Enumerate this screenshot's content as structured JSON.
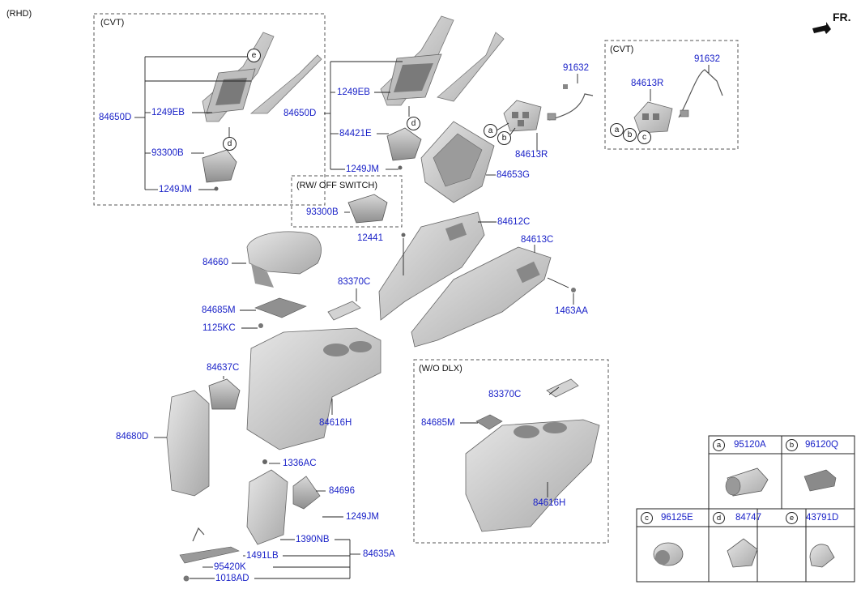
{
  "header": {
    "variant": "(RHD)",
    "direction": "FR."
  },
  "boxes": {
    "cvt_left": "(CVT)",
    "cvt_right": "(CVT)",
    "rw_off": "(RW/ OFF SWITCH)",
    "wo_dlx": "(W/O DLX)"
  },
  "labels": {
    "l84650D_a": "84650D",
    "l1249EB_a": "1249EB",
    "l93300B_a": "93300B",
    "l1249JM_a": "1249JM",
    "l84650D_b": "84650D",
    "l1249EB_b": "1249EB",
    "l84421E": "84421E",
    "l1249JM_b": "1249JM",
    "l93300B_b": "93300B",
    "l91632_a": "91632",
    "l84613R_a": "84613R",
    "l84653G": "84653G",
    "l91632_b": "91632",
    "l84613R_b": "84613R",
    "l84612C": "84612C",
    "l12441": "12441",
    "l84613C": "84613C",
    "l84660": "84660",
    "l83370C_a": "83370C",
    "l1463AA": "1463AA",
    "l84685M_a": "84685M",
    "l1125KC": "1125KC",
    "l84637C": "84637C",
    "l84616H_a": "84616H",
    "l84680D": "84680D",
    "l83370C_b": "83370C",
    "l84685M_b": "84685M",
    "l84616H_b": "84616H",
    "l1336AC": "1336AC",
    "l84696": "84696",
    "l1249JM_c": "1249JM",
    "l1390NB": "1390NB",
    "l84635A": "84635A",
    "l1491LB": "1491LB",
    "l95420K": "95420K",
    "l1018AD": "1018AD"
  },
  "callouts": {
    "e1": "e",
    "d1": "d",
    "d2": "d",
    "a1": "a",
    "b1": "b",
    "a2": "a",
    "b2": "b",
    "c2": "c"
  },
  "parts_table": [
    {
      "key": "a",
      "code": "95120A"
    },
    {
      "key": "b",
      "code": "96120Q"
    },
    {
      "key": "c",
      "code": "96125E"
    },
    {
      "key": "d",
      "code": "84747"
    },
    {
      "key": "e",
      "code": "43791D"
    }
  ],
  "colors": {
    "label_blue": "#1a22c8",
    "part_fill": "#cfcfcf",
    "part_dark": "#8d8d8d",
    "line": "#222222"
  }
}
